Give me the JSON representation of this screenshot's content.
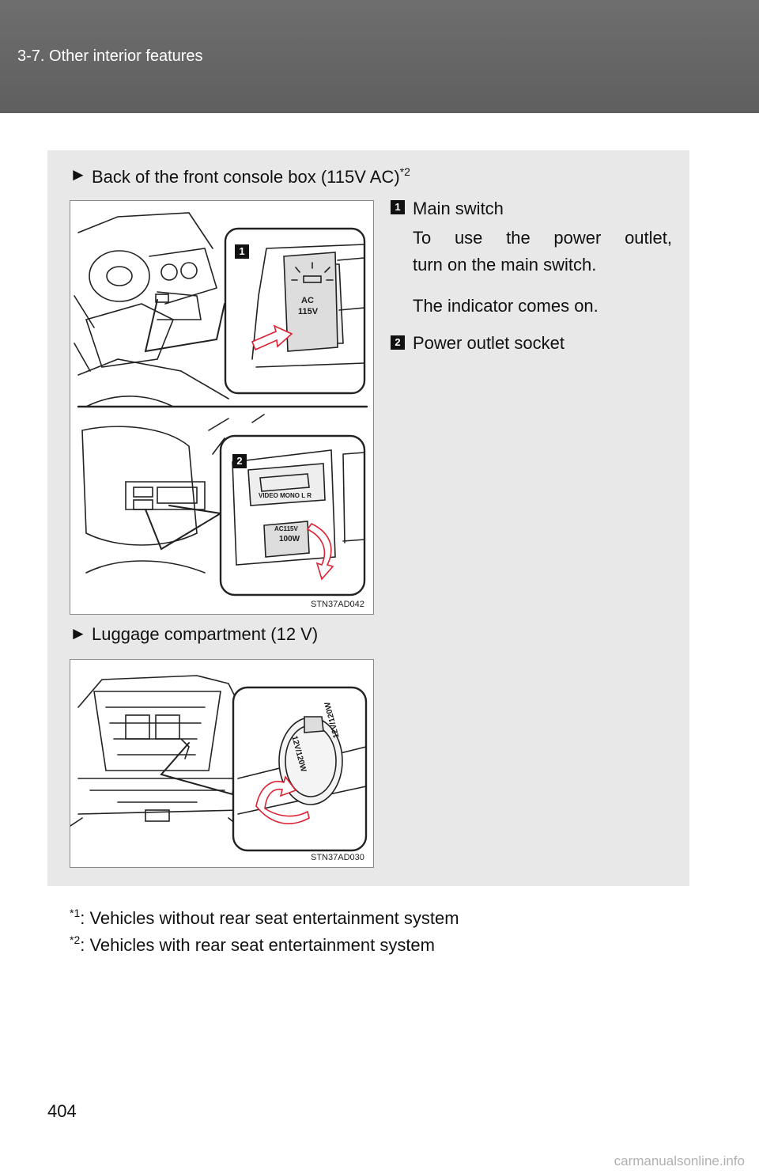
{
  "header": {
    "section": "3-7. Other interior features"
  },
  "panel": {
    "arrow_glyph": "►",
    "heading1": {
      "text": "Back of the front console box (115V AC)",
      "sup": "*2"
    },
    "figure1": {
      "code": "STN37AD042",
      "callout1": "1",
      "callout2": "2",
      "switch_label_line1": "AC",
      "switch_label_line2": "115V",
      "jack_labels": "VIDEO MONO L R",
      "outlet_label_line1": "AC115V",
      "outlet_label_line2": "100W"
    },
    "items": [
      {
        "number": "1",
        "label": "Main switch",
        "desc_line1": "To use the power outlet,",
        "desc_line2": "turn on the main switch.",
        "desc_line3": "The indicator comes on."
      },
      {
        "number": "2",
        "label": "Power outlet socket"
      }
    ],
    "heading2": {
      "text": "Luggage compartment (12 V)"
    },
    "figure2": {
      "code": "STN37AD030",
      "cap_label_a": "12V/120W",
      "cap_label_b": "12V/120W"
    }
  },
  "footnotes": [
    {
      "mark": "*1",
      "text": ": Vehicles without rear seat entertainment system"
    },
    {
      "mark": "*2",
      "text": ": Vehicles with rear seat entertainment system"
    }
  ],
  "page_number": "404",
  "watermark": "carmanualsonline.info"
}
